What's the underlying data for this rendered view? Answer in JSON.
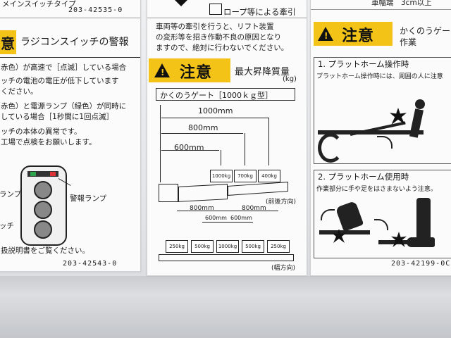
{
  "left": {
    "top_text": "メインスイッチタイプ",
    "top_code": "203-42535-0",
    "badge_fragment": "意",
    "title": "ラジコンスイッチの警報",
    "lines": [
      "赤色）が高速で［点滅］している場合",
      "ッチの電池の電圧が低下しています",
      "ください。",
      "赤色）と電源ランプ（緑色）が同時に",
      "している場合［1秒間に1回点滅］",
      "ッチの本体の異常です。",
      "工場で点検をお願いします。"
    ],
    "lamp_left": "ランプ",
    "lamp_right": "警報ランプ",
    "switch_label": "ッチ",
    "footer_text": "扱説明書をご覧ください。",
    "footer_code": "203-42543-0"
  },
  "middle": {
    "top_heading": "ロープ等による牽引",
    "top_lines": [
      "車両等の牽引を行うと、リフト装置",
      "の変形等を招き作動不良の原因となり",
      "ますので、絶対に行わないでください。"
    ],
    "caution": "注意",
    "max_label": "最大昇降質量",
    "max_unit": "(kg)",
    "gate_label": "かくのうゲート［1000ｋｇ型］",
    "dims": [
      "1000mm",
      "800mm",
      "600mm"
    ],
    "top_weights": [
      "1000kg",
      "700kg",
      "400kg"
    ],
    "front_back": "(前後方向)",
    "lower_dims": [
      "800mm",
      "800mm",
      "600mm",
      "600mm"
    ],
    "bottom_weights": [
      "250kg",
      "500kg",
      "1000kg",
      "500kg",
      "250kg"
    ],
    "width_dir": "(幅方向)"
  },
  "right": {
    "top_text": "車幅端　3cm以上",
    "caution": "注意",
    "title_line1": "かくのうゲー",
    "title_line2": "作業",
    "section1": "1. プラットホーム操作時",
    "section1_text": "プラットホーム操作時には、周囲の人に注意",
    "section2": "2. プラットホーム使用時",
    "section2_text": "作業部分に手や足をはさまないよう注意。",
    "code": "203-42199-0C"
  }
}
